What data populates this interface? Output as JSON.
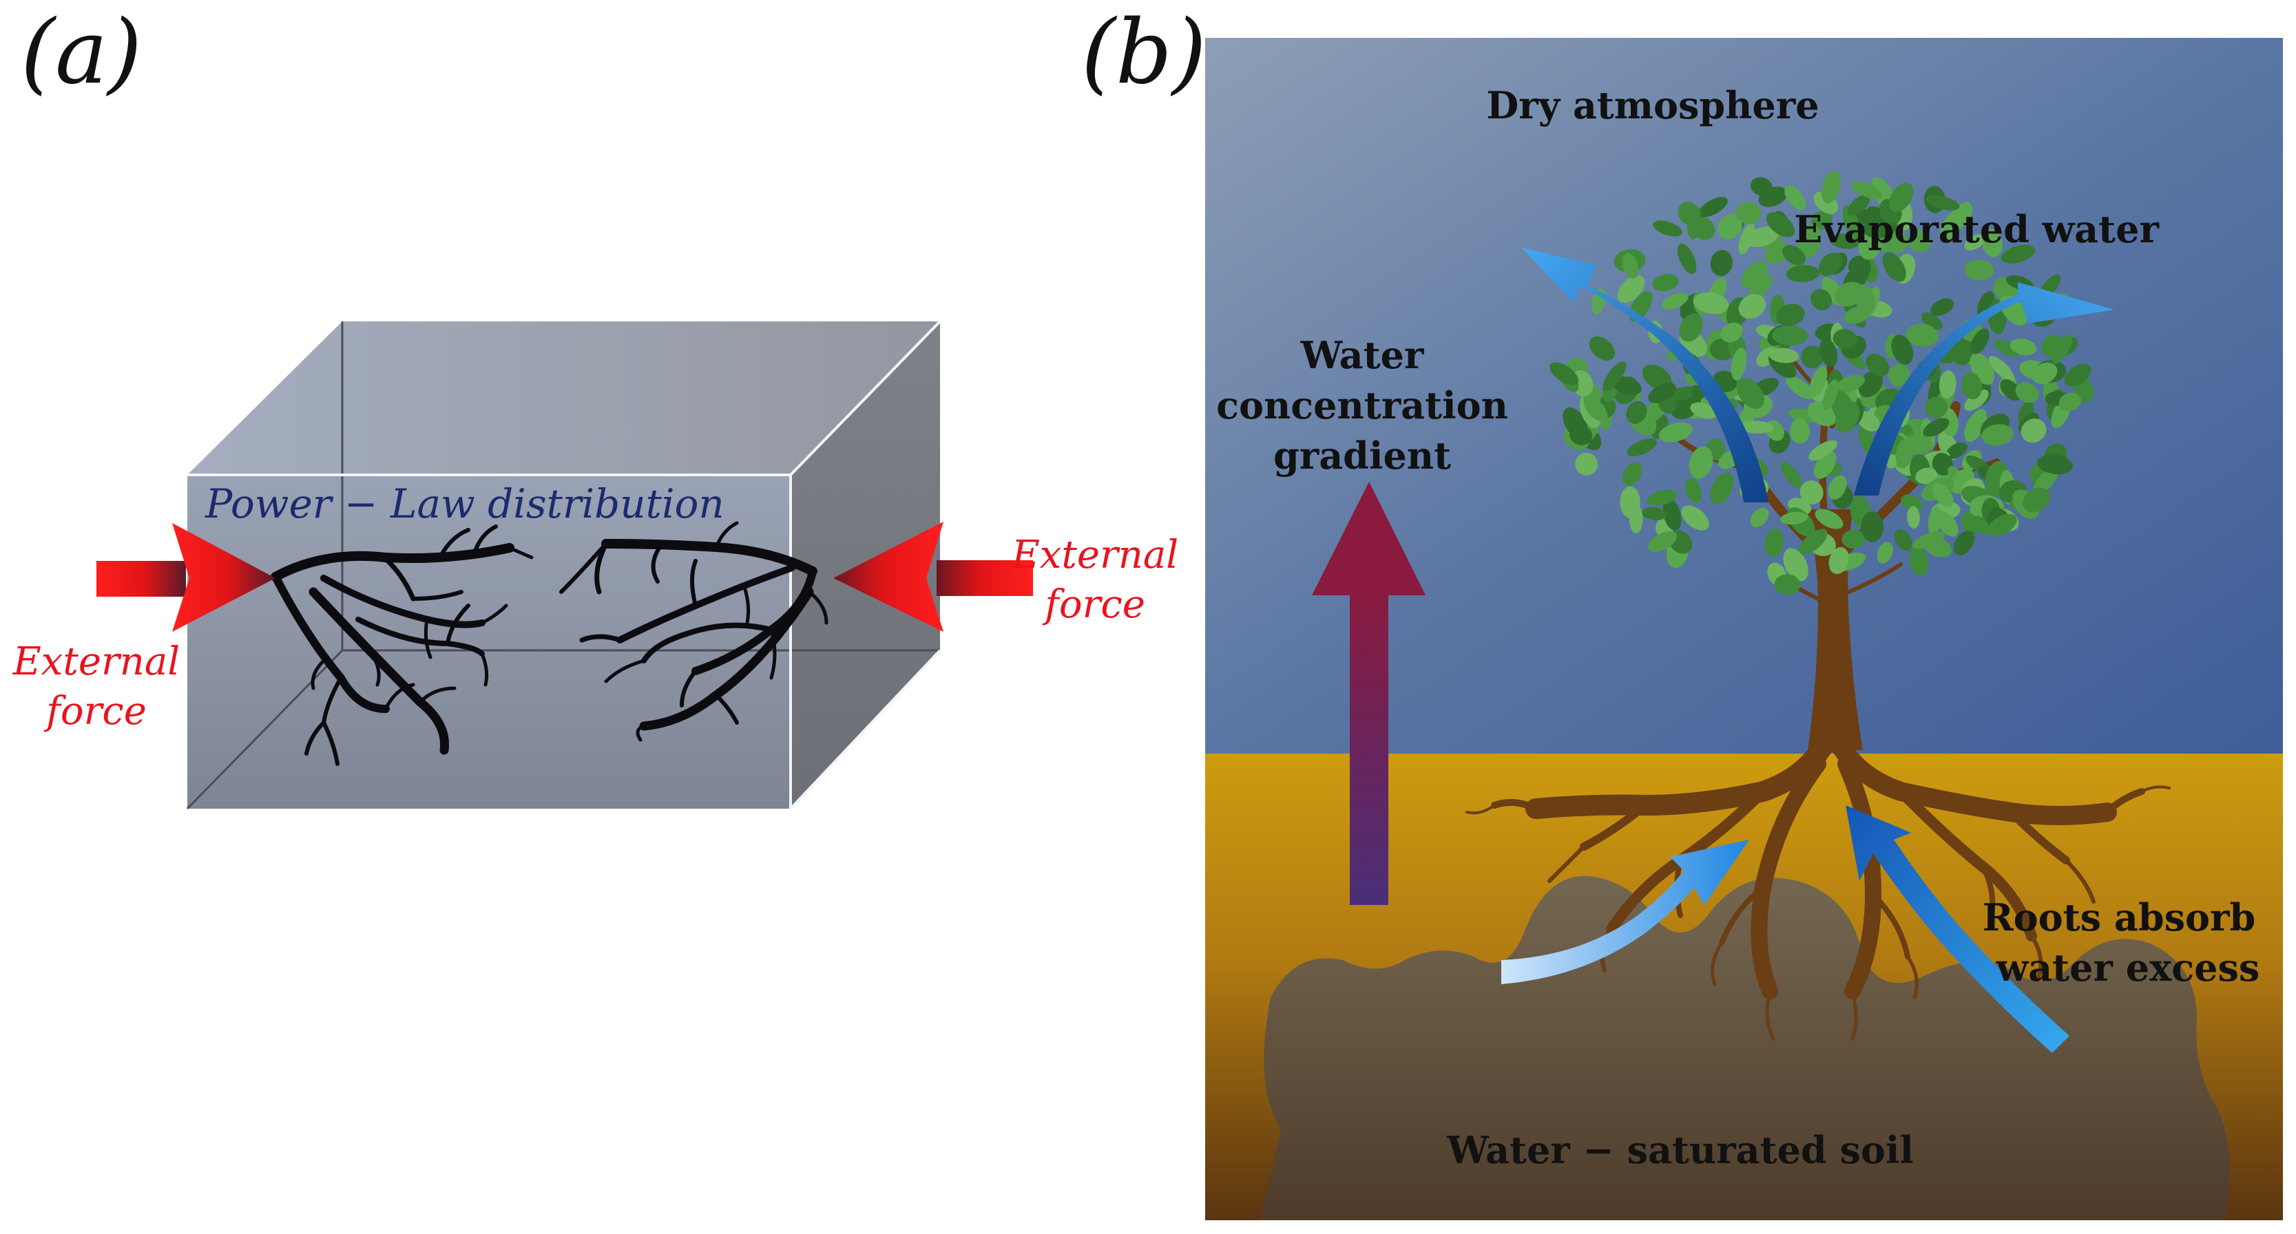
{
  "panel_a": {
    "label": "(a)",
    "box_caption": "Power − Law distribution",
    "left_force_line1": "External",
    "left_force_line2": "force",
    "right_force_line1": "External",
    "right_force_line2": "force"
  },
  "panel_b": {
    "label": "(b)",
    "atmosphere": "Dry atmosphere",
    "evaporated": "Evaporated water",
    "gradient_line1": "Water",
    "gradient_line2": "concentration",
    "gradient_line3": "gradient",
    "roots_line1": "Roots absorb",
    "roots_line2": "water excess",
    "soil": "Water − saturated soil"
  },
  "colors": {
    "force_red": "#e8141e",
    "caption_navy": "#1c2a6e",
    "sky_top": "#8e9fb5",
    "sky_bottom": "#3f5f99",
    "soil_top": "#cc9b10",
    "soil_bottom": "#5a3810",
    "trunk": "#6b3e14",
    "leaf": "#4a8c3a",
    "water_arrow": "#2a8ae0"
  }
}
